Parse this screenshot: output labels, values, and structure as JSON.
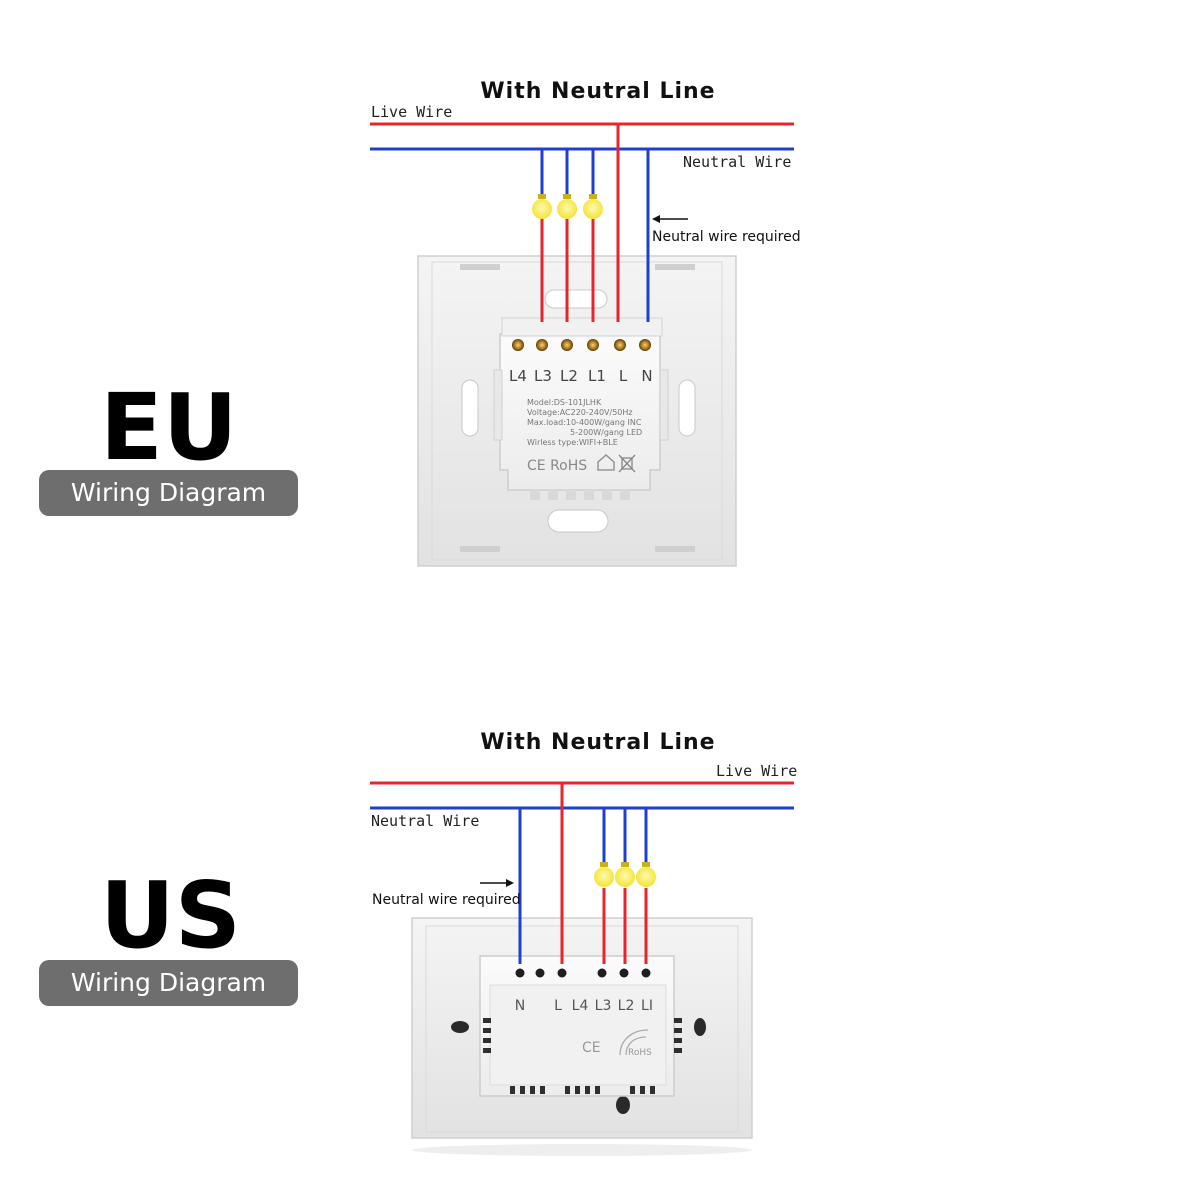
{
  "eu": {
    "region": "EU",
    "badge": "Wiring Diagram",
    "title": "With Neutral Line",
    "live_wire": "Live Wire",
    "neutral_wire": "Neutral Wire",
    "note": "Neutral wire required",
    "terminals": [
      "L4",
      "L3",
      "L2",
      "L1",
      "L",
      "N"
    ],
    "spec": {
      "model": "Model:DS-101JLHK",
      "voltage": "Voltage:AC220-240V/50Hz",
      "maxload": "Max.load:10-400W/gang  INC",
      "maxload2": "5-200W/gang  LED",
      "wireless": "Wirless type:WIFI+BLE"
    },
    "marks": "CE RoHS"
  },
  "us": {
    "region": "US",
    "badge": "Wiring Diagram",
    "title": "With Neutral Line",
    "live_wire": "Live Wire",
    "neutral_wire": "Neutral Wire",
    "note": "Neutral wire required",
    "terminals": [
      "N",
      "L",
      "L4",
      "L3",
      "L2",
      "LI"
    ],
    "marks_ce": "CE",
    "marks_rohs": "RoHS"
  },
  "colors": {
    "live": "#e8242c",
    "neutral": "#1f3fd0",
    "lamp": "#f4ea3a",
    "badge": "#6e6e6e"
  }
}
